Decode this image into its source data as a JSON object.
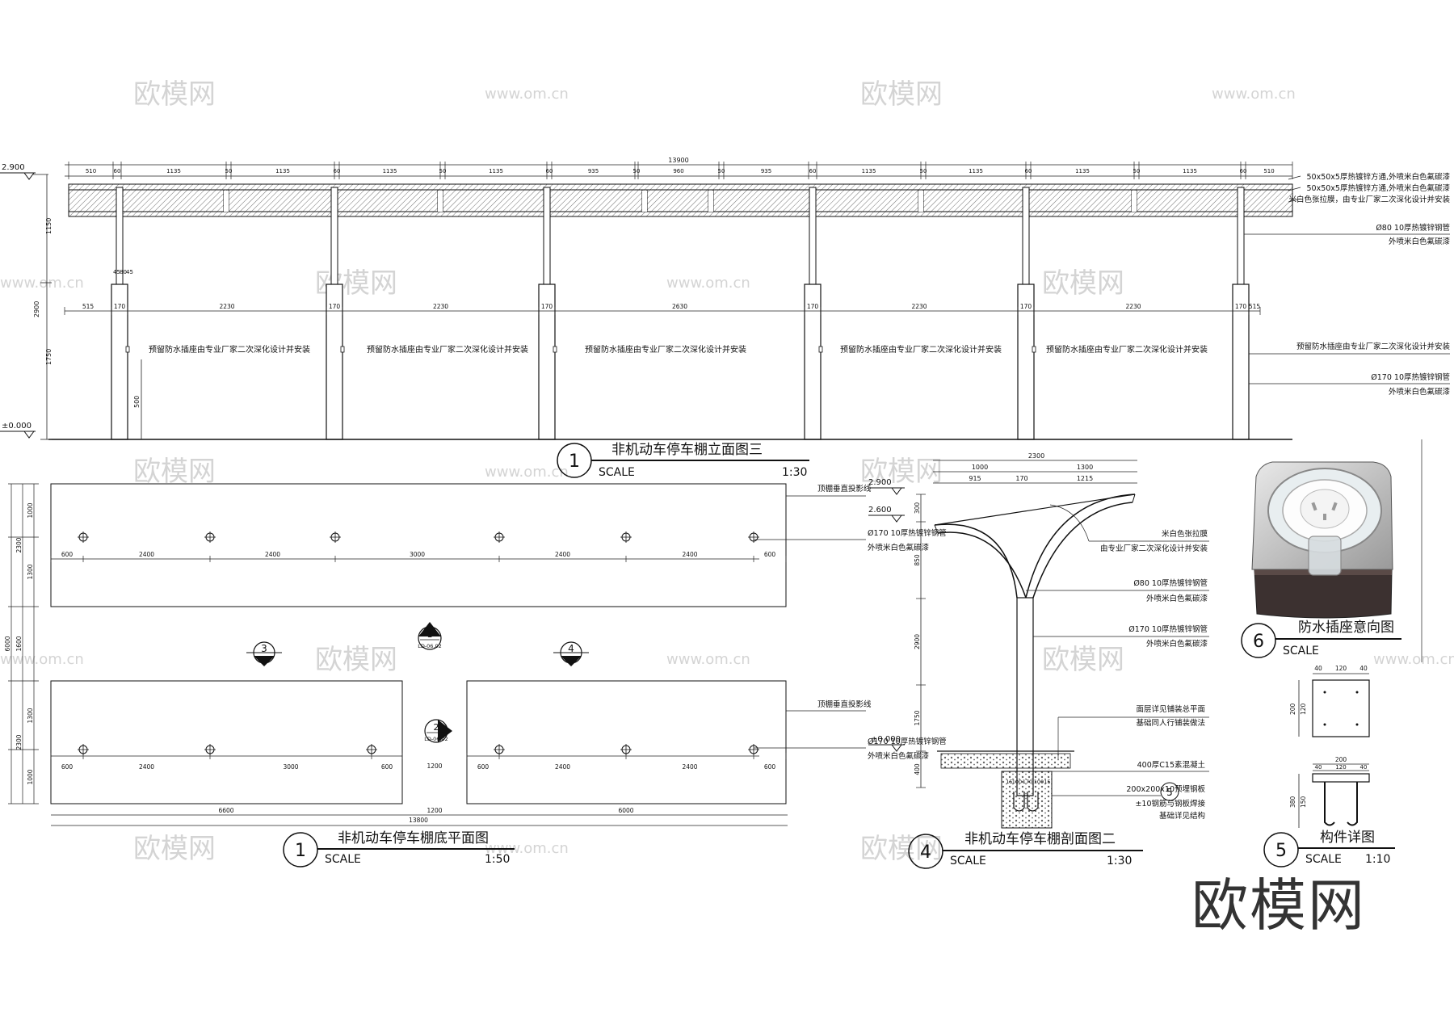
{
  "watermarks": {
    "logo": "欧模网",
    "url": "www.om.cn",
    "big": "欧模网"
  },
  "elevation": {
    "title": "非机动车停车棚立面图三",
    "number": "1",
    "scale_label": "SCALE",
    "scale": "1:30",
    "total_dim": "13900",
    "top_dims": [
      "510",
      "60",
      "1135",
      "50",
      "1135",
      "60",
      "1135",
      "50",
      "1135",
      "60",
      "935",
      "50",
      "960",
      "50",
      "935",
      "60",
      "1135",
      "50",
      "1135",
      "60",
      "1135",
      "50",
      "1135",
      "60",
      "510"
    ],
    "mid_dims": [
      "515",
      "170",
      "2230",
      "170",
      "2230",
      "170",
      "2630",
      "170",
      "2230",
      "170",
      "2230",
      "170",
      "515"
    ],
    "left_levels": [
      "2.900",
      "±0.000"
    ],
    "left_dims": [
      "1150",
      "2900",
      "1750"
    ],
    "post_small": [
      "45",
      "80",
      "45"
    ],
    "socket_note": "预留防水插座由专业厂家二次深化设计并安装",
    "socket_h": "500",
    "right_notes": [
      "50x50x5厚热镀锌方通,外喷米白色氟碳漆",
      "50x50x5厚热镀锌方通,外喷米白色氟碳漆",
      "米白色张拉膜，由专业厂家二次深化设计并安装",
      "Ø80 10厚热镀锌钢管",
      "外喷米白色氟碳漆",
      "预留防水插座由专业厂家二次深化设计并安装",
      "Ø170 10厚热镀锌钢管",
      "外喷米白色氟碳漆"
    ]
  },
  "plan": {
    "title": "非机动车停车棚底平面图",
    "number": "1",
    "scale_label": "SCALE",
    "scale": "1:50",
    "top_row_dims": [
      "600",
      "2400",
      "2400",
      "3000",
      "2400",
      "2400",
      "600"
    ],
    "bottom_left_dims": [
      "600",
      "2400",
      "3000",
      "600"
    ],
    "bottom_right_dims": [
      "600",
      "2400",
      "2400",
      "600"
    ],
    "gap_dim": "1200",
    "bottom_dims": [
      "6600",
      "1200",
      "6000"
    ],
    "total_dim": "13800",
    "left_dims": [
      "1000",
      "1300",
      "2300",
      "1600",
      "6000",
      "1300",
      "1000",
      "2300"
    ],
    "right_notes": [
      "顶棚垂直投影线",
      "Ø170 10厚热镀锌钢管",
      "外喷米白色氟碳漆",
      "顶棚垂直投影线",
      "Ø170 10厚热镀锌钢管",
      "外喷米白色氟碳漆"
    ],
    "markers": [
      {
        "num": "3",
        "sub": ""
      },
      {
        "num": "1",
        "sub": "LD-06.02"
      },
      {
        "num": "4",
        "sub": ""
      },
      {
        "num": "2",
        "sub": "LD-06.02"
      }
    ]
  },
  "section": {
    "title": "非机动车停车棚剖面图二",
    "number": "4",
    "scale_label": "SCALE",
    "scale": "1:30",
    "top_dims": [
      "2300",
      "1000",
      "1300",
      "915",
      "170",
      "1215"
    ],
    "levels": [
      "2.900",
      "2.600",
      "±0.000"
    ],
    "left_dims": [
      "300",
      "850",
      "2900",
      "1750",
      "400"
    ],
    "notes": [
      "米白色张拉膜",
      "由专业厂家二次深化设计并安装",
      "Ø80 10厚热镀锌钢管",
      "外喷米白色氟碳漆",
      "Ø170 10厚热镀锌钢管",
      "外喷米白色氟碳漆",
      "面层详见铺装总平面",
      "基础同人行铺装做法",
      "400厚C15素混凝土",
      "200x200x10预埋钢板",
      "±10钢筋与钢板焊接",
      "基础详见结构"
    ],
    "foot_dims": [
      "15",
      "100",
      "170",
      "100",
      "15"
    ],
    "detail_ref": "5"
  },
  "socket": {
    "title": "防水插座意向图",
    "number": "6",
    "scale_label": "SCALE"
  },
  "detail": {
    "title": "构件详图",
    "number": "5",
    "scale_label": "SCALE",
    "scale": "1:10",
    "plan_dims": [
      "40",
      "120",
      "40"
    ],
    "plan_side": [
      "200",
      "120"
    ],
    "sec_dims": [
      "200",
      "40",
      "120",
      "40"
    ],
    "sec_side": [
      "380",
      "150"
    ]
  }
}
